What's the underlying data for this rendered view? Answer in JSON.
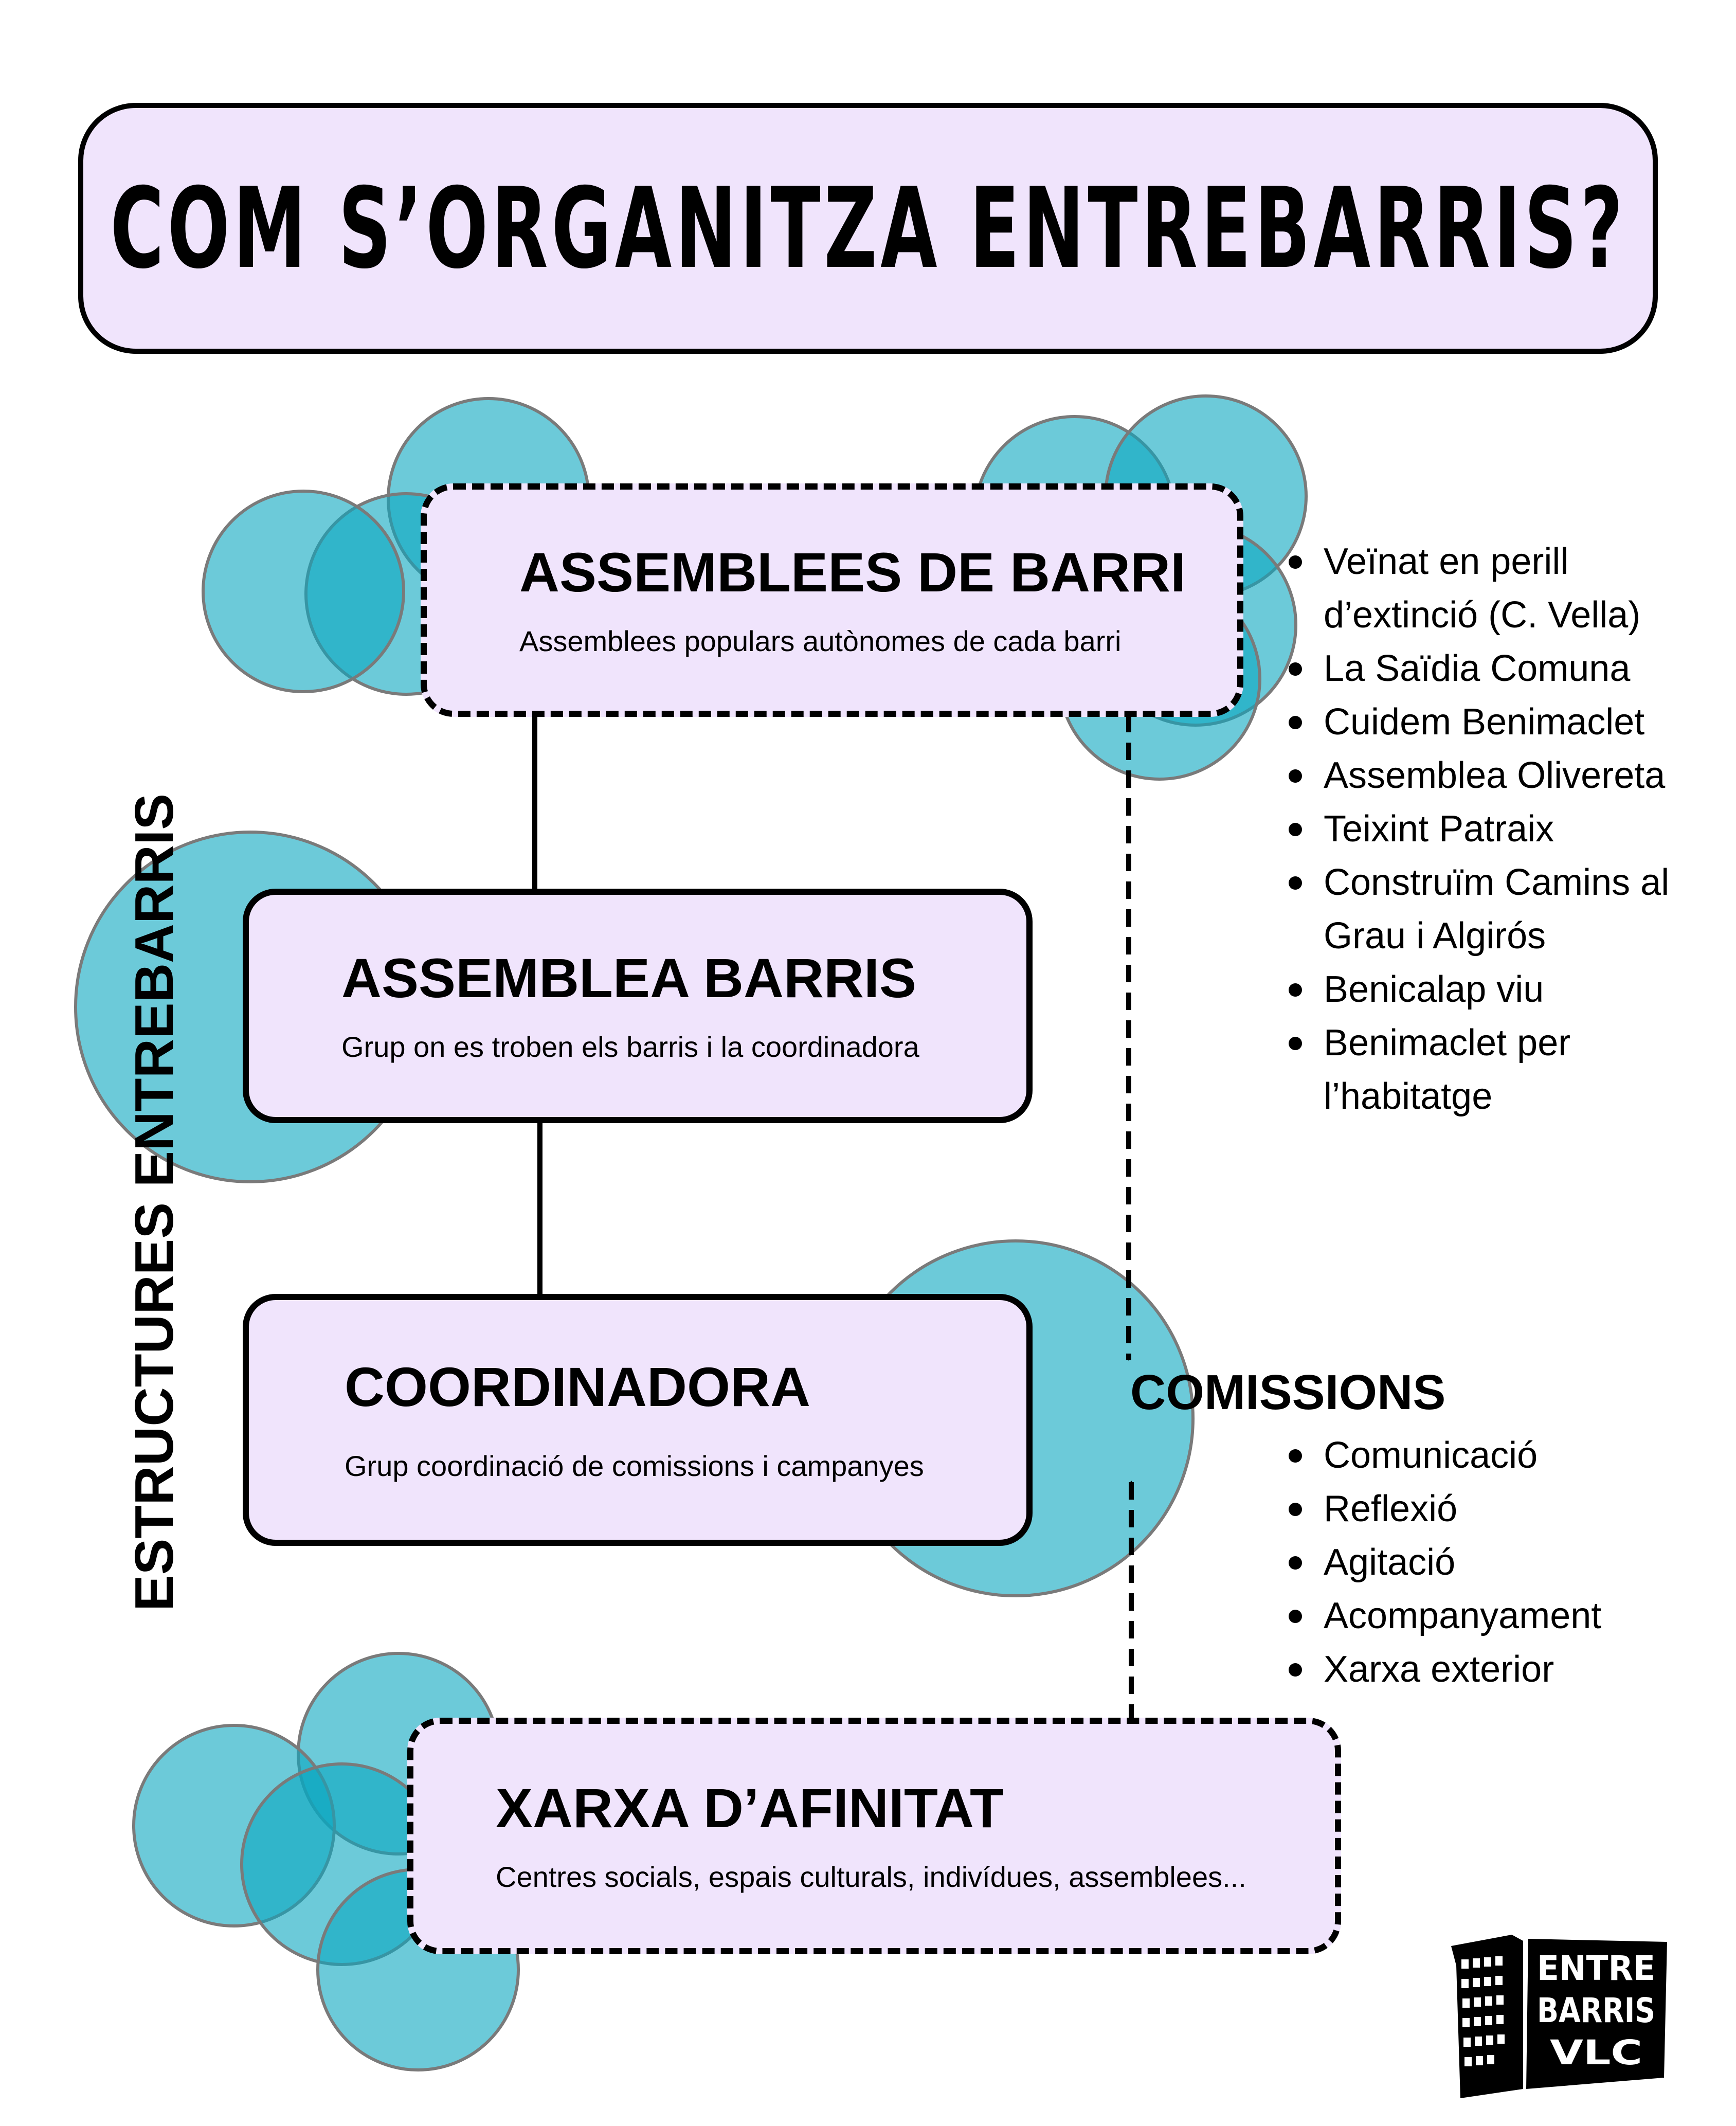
{
  "title": "COM S’ORGANITZA ENTREBARRIS?",
  "side_label": "ESTRUCTURES ENTREBARRIS",
  "nodes": {
    "assemblees_de_barri": {
      "title": "ASSEMBLEES DE BARRI",
      "subtitle": "Assemblees populars autònomes de cada barri"
    },
    "assemblea_barris": {
      "title": "ASSEMBLEA BARRIS",
      "subtitle": "Grup on es troben els barris i la coordinadora"
    },
    "coordinadora": {
      "title": "COORDINADORA",
      "subtitle": "Grup coordinació de comissions i campanyes"
    },
    "xarxa_afinitat": {
      "title": "XARXA D’AFINITAT",
      "subtitle": "Centres socials, espais culturals, indivídues, assemblees..."
    }
  },
  "barris_list": [
    "Veïnat en perill d’extinció (C. Vella)",
    "La Saïdia Comuna",
    "Cuidem Benimaclet",
    "Assemblea Olivereta",
    "Teixint Patraix",
    "Construïm Camins al Grau i Algirós",
    "Benicalap viu",
    "Benimaclet per l’habitatge"
  ],
  "comissions": {
    "title": "COMISSIONS",
    "items": [
      "Comunicació",
      "Reflexió",
      "Agitació",
      "Acompanyament",
      "Xarxa exterior"
    ]
  },
  "logo": {
    "lines": [
      "ENTRE",
      "BARRIS",
      "VLC"
    ],
    "icon": "building-icon"
  },
  "colors": {
    "box_fill": "#f0e4fc",
    "circle_fill": "#0aa6bf",
    "circle_stroke": "#7a7a7a",
    "line": "#000000"
  }
}
